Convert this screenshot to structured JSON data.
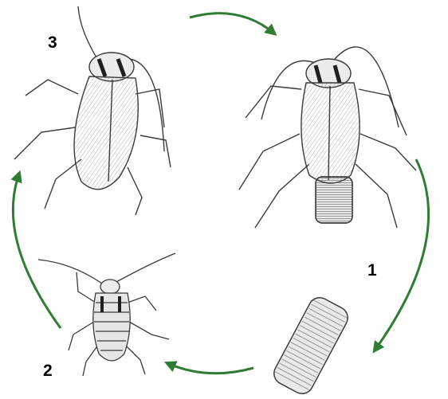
{
  "diagram": {
    "stages": [
      {
        "id": "adult",
        "label": "3",
        "icon": "adult-cockroach-icon"
      },
      {
        "id": "ootheca",
        "label": "1",
        "icon": "egg-case-icon"
      },
      {
        "id": "nymph",
        "label": "2",
        "icon": "nymph-cockroach-icon"
      }
    ],
    "arrows": [
      {
        "from": "adult",
        "to": "female-with-egg-case"
      },
      {
        "from": "female-with-egg-case",
        "to": "ootheca"
      },
      {
        "from": "ootheca",
        "to": "nymph"
      },
      {
        "from": "nymph",
        "to": "adult"
      }
    ],
    "colors": {
      "arrow": "#2e7d32",
      "ink": "#3a3a3a",
      "shell": "#e9e9e9"
    }
  }
}
